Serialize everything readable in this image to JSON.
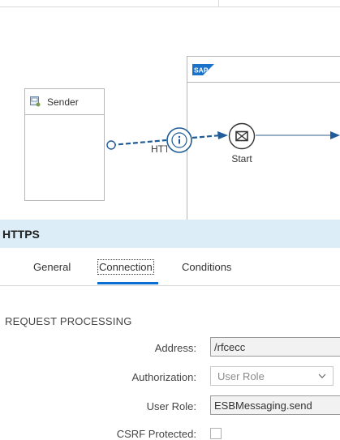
{
  "diagram": {
    "sender_label": "Sender",
    "connection_label": "HTTPS",
    "start_label": "Start"
  },
  "panel": {
    "title": "HTTPS",
    "tabs": [
      {
        "label": "General"
      },
      {
        "label": "Connection"
      },
      {
        "label": "Conditions"
      }
    ],
    "section": "REQUEST PROCESSING",
    "fields": {
      "address": {
        "label": "Address:",
        "value": "/rfcecc"
      },
      "authorization": {
        "label": "Authorization:",
        "value": "User Role"
      },
      "user_role": {
        "label": "User Role:",
        "value": "ESBMessaging.send"
      },
      "csrf": {
        "label": "CSRF Protected:"
      }
    }
  },
  "colors": {
    "accent": "#0a6ed1",
    "connector": "#1f5c99",
    "panel_header": "#dcedf8"
  }
}
